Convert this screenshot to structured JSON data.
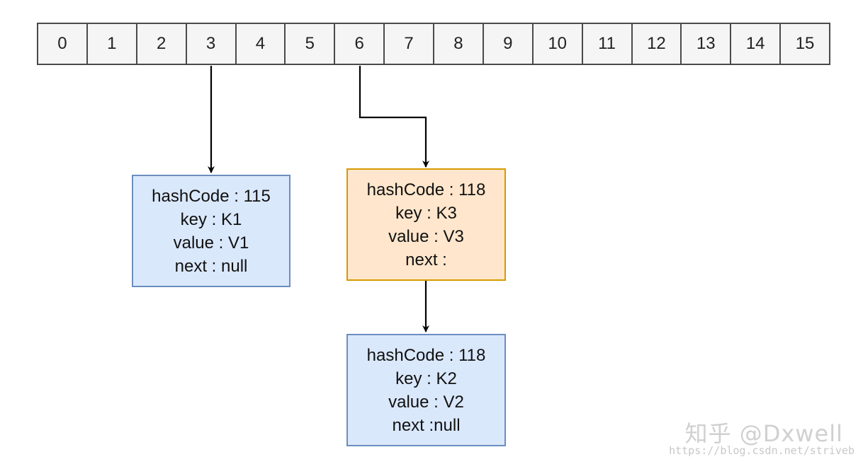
{
  "array": {
    "cells": [
      "0",
      "1",
      "2",
      "3",
      "4",
      "5",
      "6",
      "7",
      "8",
      "9",
      "10",
      "11",
      "12",
      "13",
      "14",
      "15"
    ]
  },
  "nodes": {
    "k1": {
      "hashcode": "hashCode : 115",
      "key": "key : K1",
      "value": "value : V1",
      "next": "next : null"
    },
    "k3": {
      "hashcode": "hashCode : 118",
      "key": "key : K3",
      "value": "value : V3",
      "next": "next :"
    },
    "k2": {
      "hashcode": "hashCode : 118",
      "key": "key : K2",
      "value": "value : V2",
      "next": "next :null"
    }
  },
  "colors": {
    "blue_fill": "#dae8fc",
    "blue_border": "#6c8ebf",
    "orange_fill": "#ffe6cc",
    "orange_border": "#d79b00"
  },
  "watermark": {
    "brand": "知乎 @Dxwell",
    "url": "https://blog.csdn.net/striveb"
  }
}
